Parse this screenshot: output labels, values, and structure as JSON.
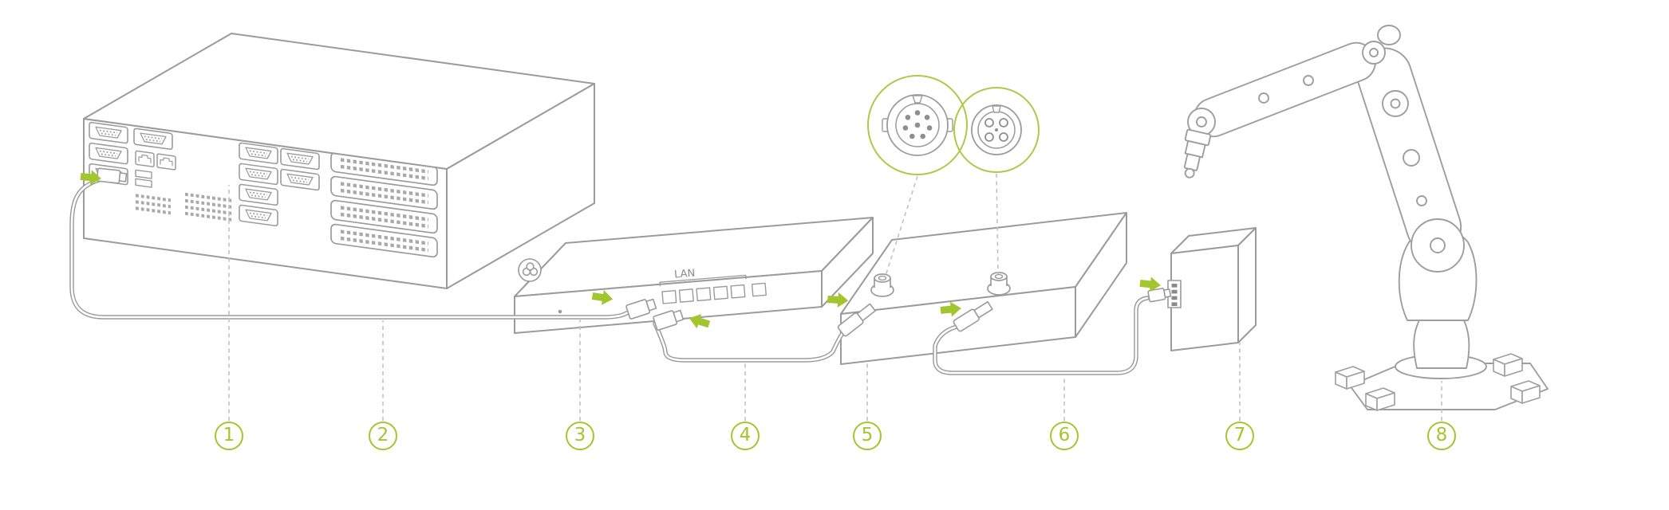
{
  "colors": {
    "accent": "#a3c62e",
    "line": "#9b9b9b",
    "leader": "#c2c2c2"
  },
  "switch": {
    "lan_label": "LAN"
  },
  "callouts": [
    {
      "number": "1"
    },
    {
      "number": "2"
    },
    {
      "number": "3"
    },
    {
      "number": "4"
    },
    {
      "number": "5"
    },
    {
      "number": "6"
    },
    {
      "number": "7"
    },
    {
      "number": "8"
    }
  ]
}
